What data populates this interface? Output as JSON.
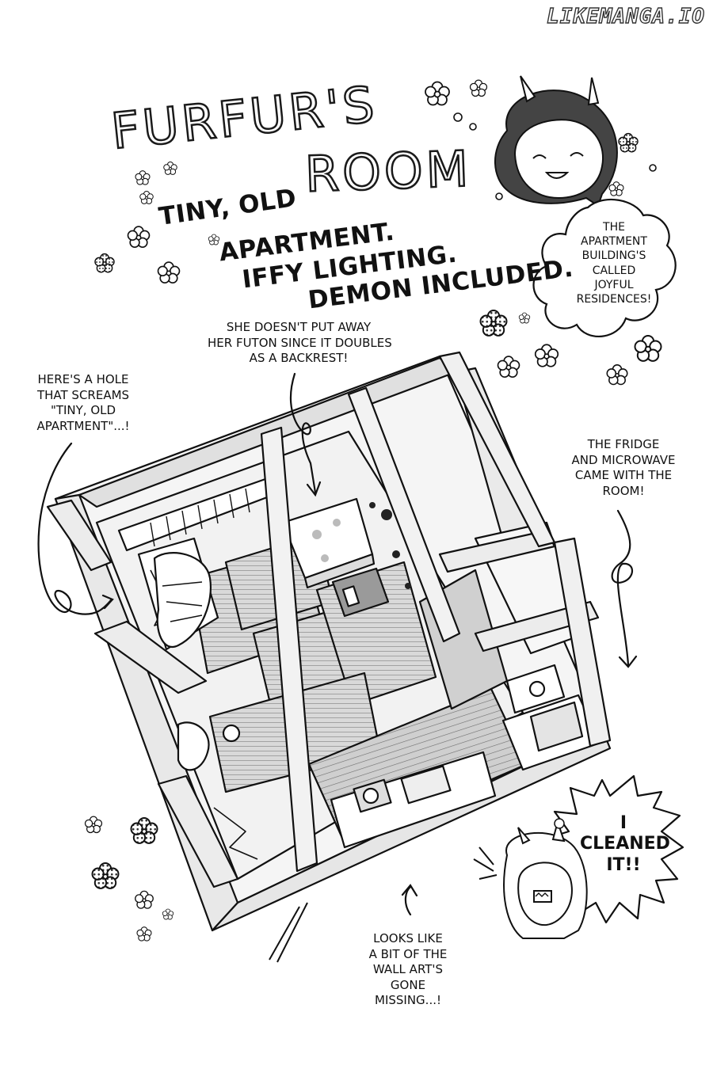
{
  "watermark": "LIKEMANGA.IO",
  "title": {
    "line1": "FURFUR'S",
    "line2": "ROOM"
  },
  "subtitle": {
    "line1": "TINY, OLD",
    "line2": "APARTMENT.",
    "line3": "IFFY LIGHTING.",
    "line4": "DEMON INCLUDED."
  },
  "notes": {
    "building": {
      "line1": "THE",
      "line2": "APARTMENT",
      "line3": "BUILDING'S",
      "line4": "CALLED",
      "line5": "JOYFUL",
      "line6": "RESIDENCES!"
    },
    "futon": {
      "line1": "SHE DOESN'T PUT AWAY",
      "line2": "HER FUTON SINCE IT DOUBLES",
      "line3": "AS A BACKREST!"
    },
    "hole": {
      "line1": "HERE'S A HOLE",
      "line2": "THAT SCREAMS",
      "line3": "\"TINY, OLD",
      "line4": "APARTMENT\"...!"
    },
    "fridge": {
      "line1": "THE FRIDGE",
      "line2": "AND MICROWAVE",
      "line3": "CAME WITH THE",
      "line4": "ROOM!"
    },
    "cleaned": {
      "line1": "I",
      "line2": "CLEANED",
      "line3": "IT!!"
    },
    "wall_art": {
      "line1": "LOOKS LIKE",
      "line2": "A BIT OF THE",
      "line3": "WALL ART'S",
      "line4": "GONE",
      "line5": "MISSING...!"
    }
  },
  "colors": {
    "ink": "#111111",
    "paper": "#ffffff",
    "tone": "#bdbdbd",
    "dark_tone": "#555555"
  }
}
